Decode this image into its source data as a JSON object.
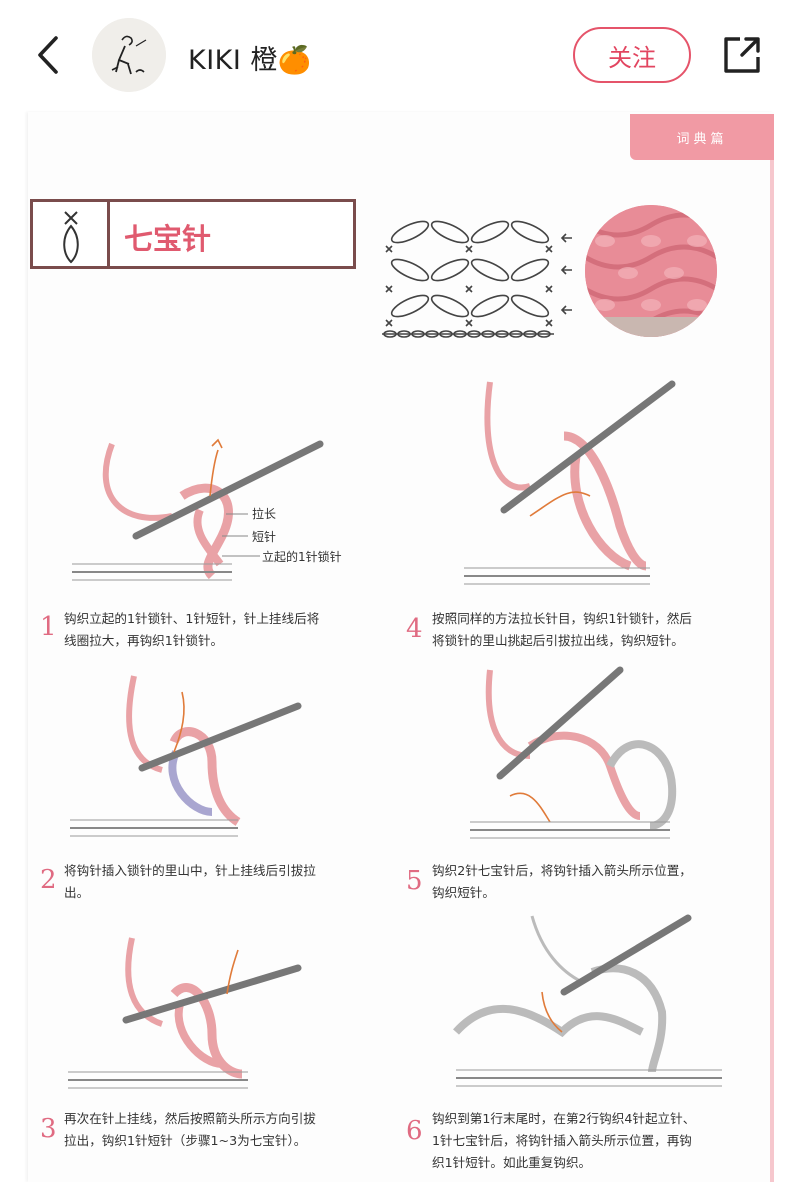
{
  "header": {
    "username": "KIKI 橙🍊",
    "follow_label": "关注"
  },
  "book": {
    "corner_tab": "词典篇",
    "stitch_name": "七宝针"
  },
  "labels": {
    "pull": "拉长",
    "sc": "短针",
    "ch": "立起的1针锁针"
  },
  "steps": [
    {
      "num": "1",
      "text_lines": [
        "钩织立起的1针锁针、1针短针，针上挂线后将",
        "线圈拉大，再钩织1针锁针。"
      ]
    },
    {
      "num": "2",
      "text_lines": [
        "将钩针插入锁针的里山中，针上挂线后引拔拉",
        "出。"
      ]
    },
    {
      "num": "3",
      "text_lines": [
        "再次在针上挂线，然后按照箭头所示方向引拔",
        "拉出，钩织1针短针（步骤1~3为七宝针）。"
      ]
    },
    {
      "num": "4",
      "text_lines": [
        "按照同样的方法拉长针目，钩织1针锁针，然后",
        "将锁针的里山挑起后引拔拉出线，钩织短针。"
      ]
    },
    {
      "num": "5",
      "text_lines": [
        "钩织2针七宝针后，将钩针插入箭头所示位置，",
        "钩织短针。"
      ]
    },
    {
      "num": "6",
      "text_lines": [
        "钩织到第1行末尾时，在第2行钩织4针起立针、",
        "1针七宝针后，将钩针插入箭头所示位置，再钩",
        "织1针短针。如此重复钩织。"
      ]
    }
  ],
  "colors": {
    "accent": "#e5546a",
    "yarn": "#eaa0a4",
    "tab": "#f19aa4"
  }
}
